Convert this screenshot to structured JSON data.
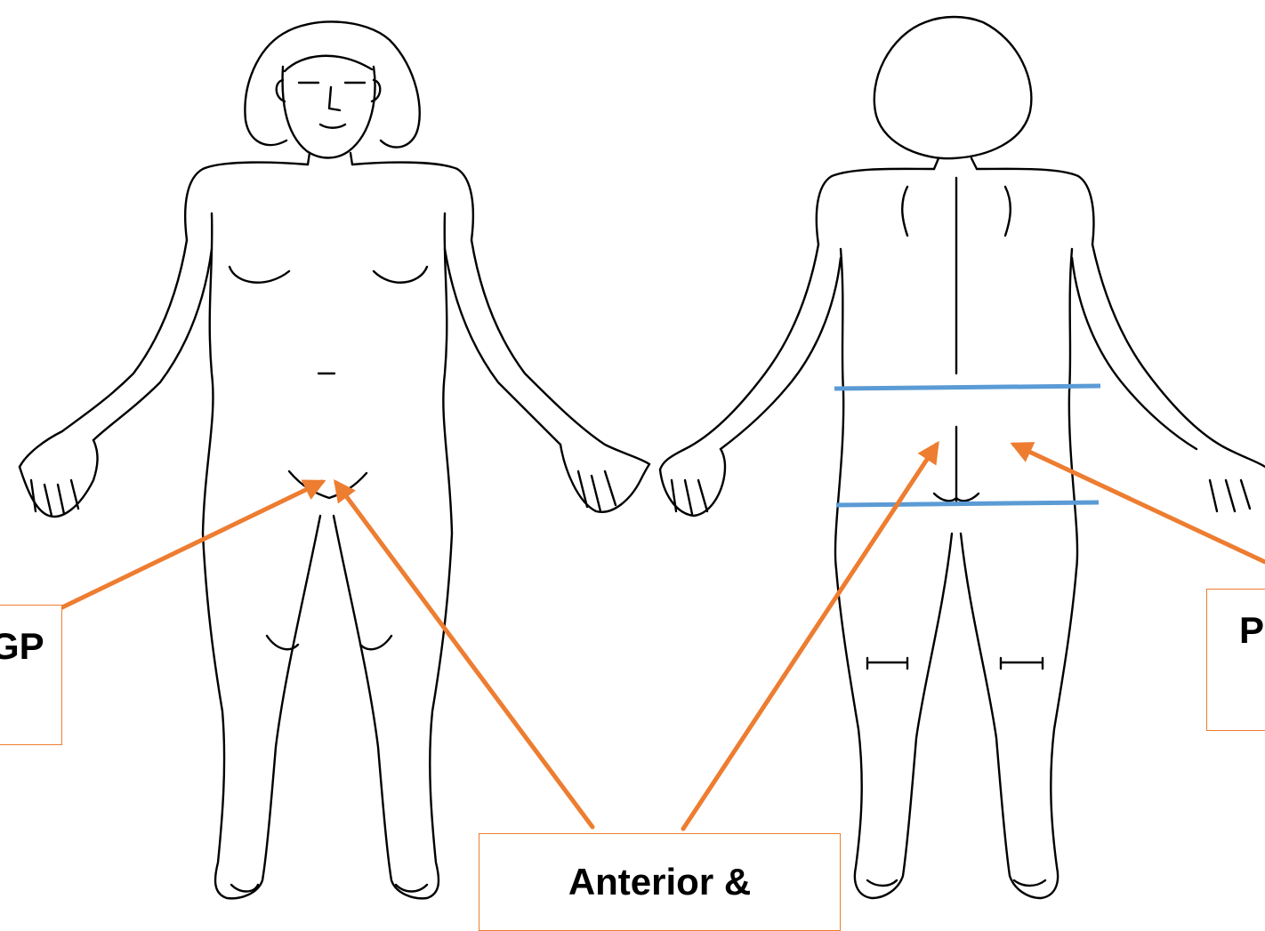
{
  "labels": {
    "left_box": "GP",
    "middle_box": "Anterior &",
    "right_box": "P"
  },
  "colors": {
    "outline": "#000000",
    "arrow": "#ED7D31",
    "band_line": "#5B9BD5",
    "box_border": "#ED7D31"
  }
}
